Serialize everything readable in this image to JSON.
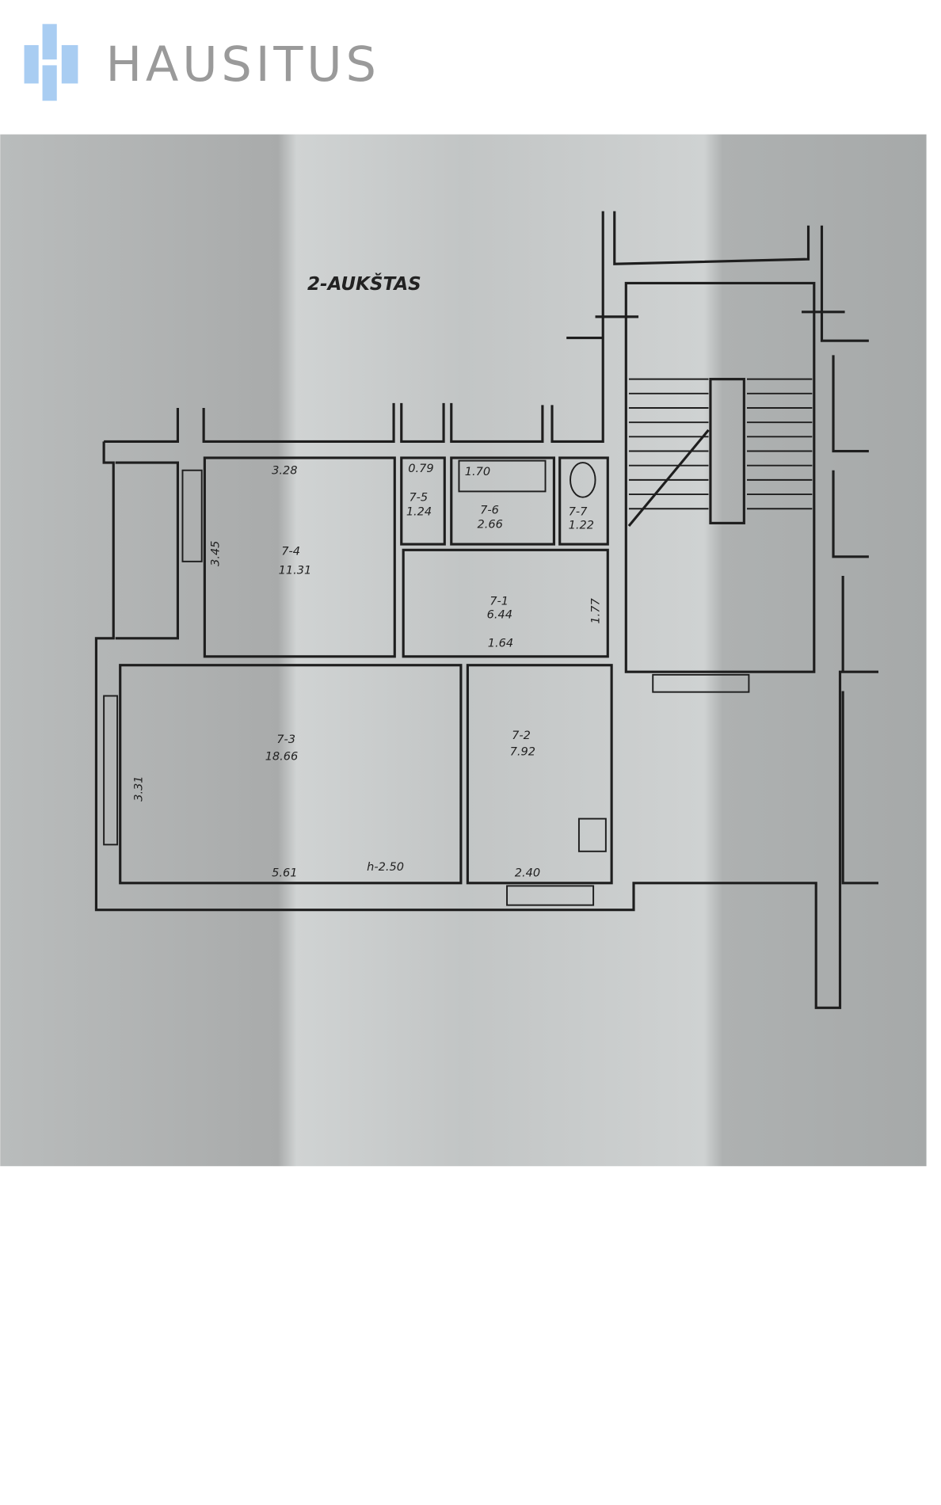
{
  "logo": {
    "text": "HAUSITUS",
    "icon": "hausitus-logo-icon",
    "brand_color": "#a9cdf2",
    "text_color": "#9a9a9a"
  },
  "floor_plan": {
    "title": "2-AUKŠTAS",
    "ceiling_height": "h-2.50",
    "rooms": [
      {
        "id": "7-1",
        "area": "6.44"
      },
      {
        "id": "7-2",
        "area": "7.92"
      },
      {
        "id": "7-3",
        "area": "18.66"
      },
      {
        "id": "7-4",
        "area": "11.31"
      },
      {
        "id": "7-5",
        "area": "1.24"
      },
      {
        "id": "7-6",
        "area": "2.66"
      },
      {
        "id": "7-7",
        "area": "1.22"
      }
    ],
    "dimensions": {
      "room4_width": "3.28",
      "room4_height": "3.45",
      "room5_width": "0.79",
      "bath_width": "1.70",
      "room1_width": "1.64",
      "room1_height": "1.77",
      "room3_width": "5.61",
      "room3_height": "3.31",
      "room2_width": "2.40"
    }
  }
}
